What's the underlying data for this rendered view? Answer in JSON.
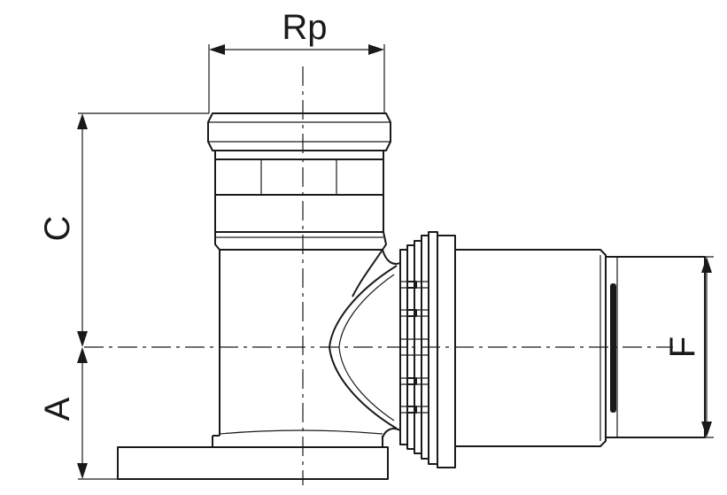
{
  "labels": {
    "top": "Rp",
    "left_upper": "C",
    "left_lower": "A",
    "right": "F"
  },
  "colors": {
    "line": "#1a1a1a",
    "background": "#ffffff"
  }
}
